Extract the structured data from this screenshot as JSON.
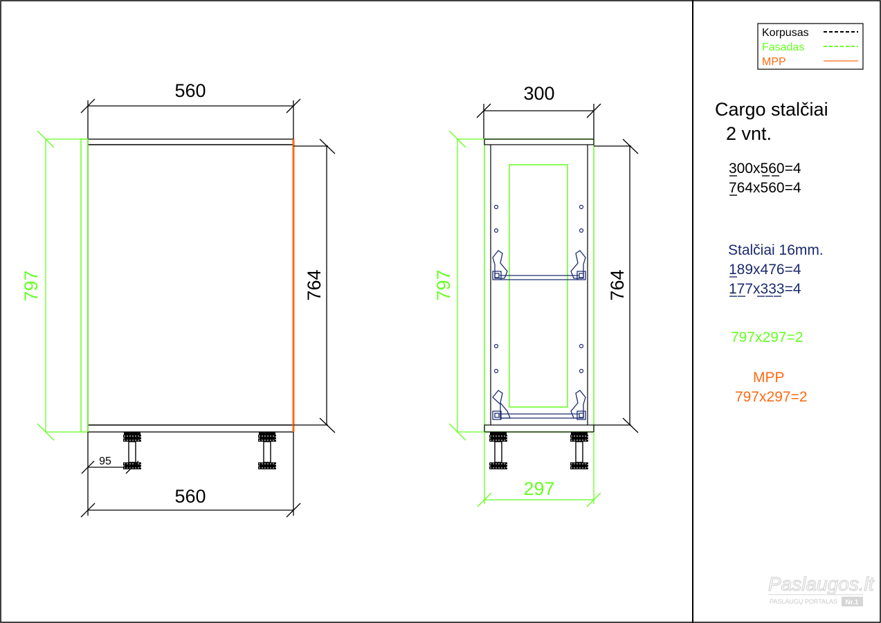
{
  "colors": {
    "korpusas": "#000000",
    "fasadas": "#66ff22",
    "mpp": "#ff6a13",
    "stalciai": "#1a2a6e",
    "frame": "#000000"
  },
  "legend": {
    "items": [
      {
        "label": "Korpusas",
        "color": "#000000"
      },
      {
        "label": "Fasadas",
        "color": "#66ff22"
      },
      {
        "label": "MPP",
        "color": "#ff6a13"
      }
    ]
  },
  "side_view": {
    "dim_top": "560",
    "dim_bottom": "560",
    "dim_left": "797",
    "dim_right": "764",
    "dim_leg": "95"
  },
  "front_view": {
    "dim_top": "300",
    "dim_bottom": "297",
    "dim_left": "797",
    "dim_right": "764"
  },
  "notes": {
    "title_line1": "Cargo stalčiai",
    "title_line2": "2 vnt.",
    "korpusas_lines": [
      "300x560=4",
      "764x560=4"
    ],
    "stalciai_title": "Stalčiai 16mm.",
    "stalciai_lines": [
      "189x476=4",
      "177x333=4"
    ],
    "fasadas_line": "797x297=2",
    "mpp_title": "MPP",
    "mpp_line": "797x297=2"
  },
  "watermark": {
    "brand": "Paslaugos.lt",
    "subtitle": "PASLAUGŲ PORTALAS",
    "badge": "Nr.1"
  }
}
